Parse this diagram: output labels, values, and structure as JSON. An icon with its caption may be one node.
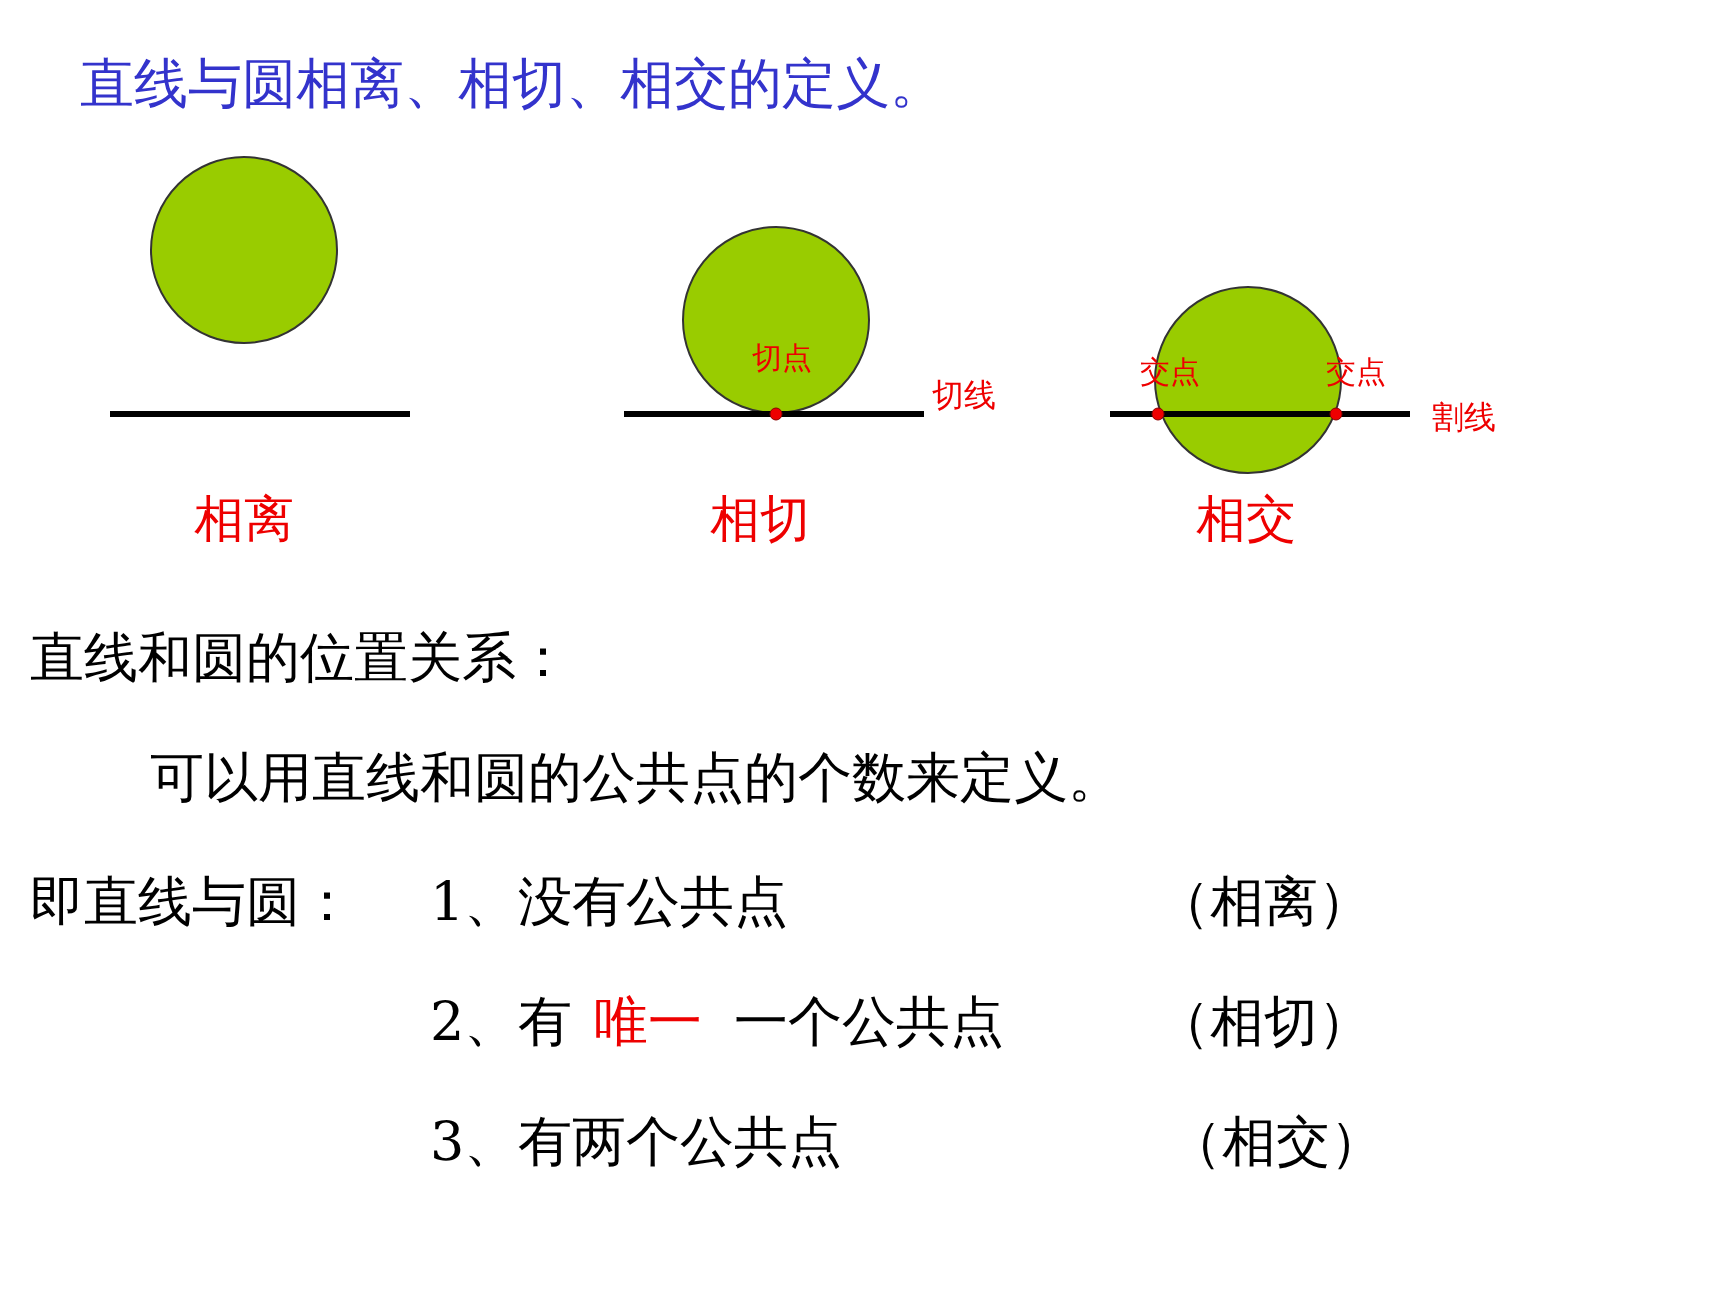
{
  "diagram": {
    "title": "直线与圆相离、相切、相交的定义。",
    "nodes": [
      {
        "text": [],
        "shape": "circle",
        "beside": [
          "相离"
        ]
      },
      {
        "text": [],
        "shape": "circle",
        "beside": [
          "相切"
        ]
      },
      {
        "text": [],
        "shape": "circle",
        "beside": [
          "相交"
        ]
      }
    ],
    "labels": [
      "切点",
      "切线",
      "交点",
      "交点",
      "割线",
      "直线和圆的位置关系：",
      "可以用直线和圆的公共点的个数来定义。",
      "即直线与圆：",
      "1、没有公共点",
      "（相离）",
      "2、有",
      "唯一",
      "一个公共点",
      "（相切）",
      "3、有两个公共点",
      "（相交）"
    ]
  }
}
